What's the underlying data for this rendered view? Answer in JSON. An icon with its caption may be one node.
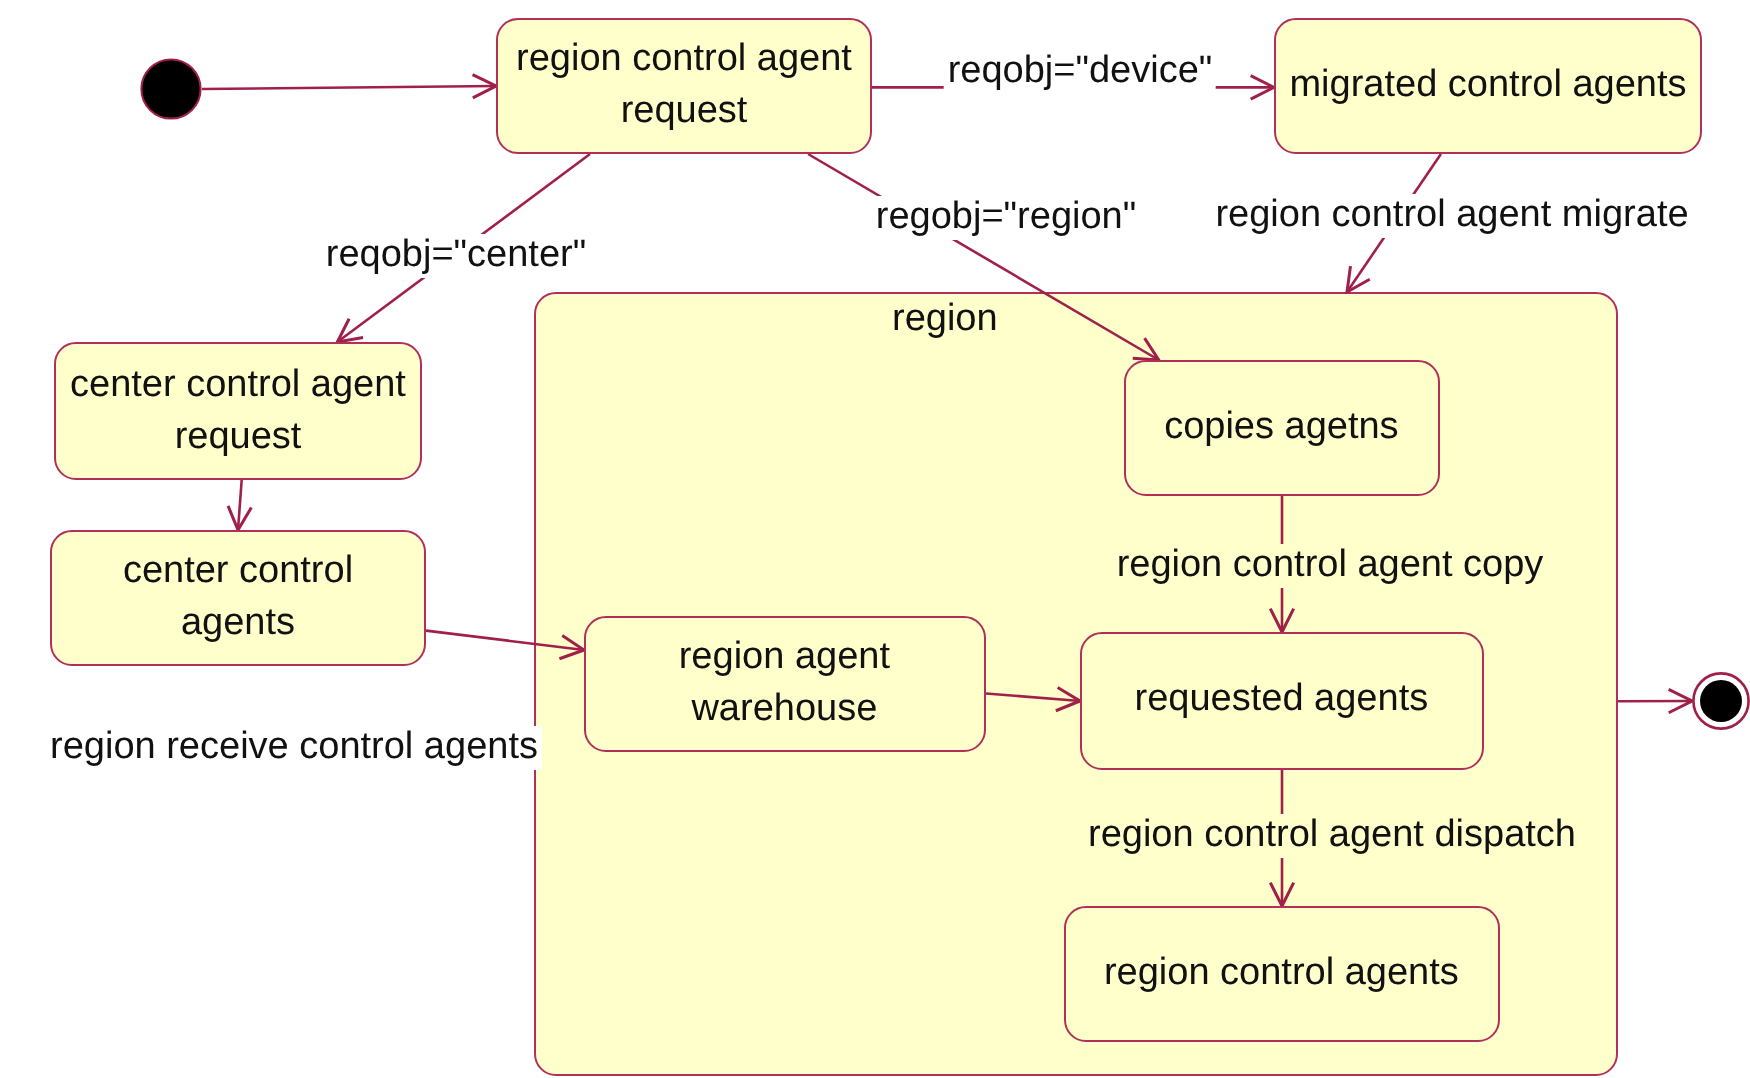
{
  "diagram": {
    "nodes": [
      {
        "text": [],
        "shape": "circle"
      },
      {
        "text": [
          "region control agent request"
        ]
      },
      {
        "text": [
          "migrated control agents"
        ]
      },
      {
        "text": [
          "center control agent request"
        ]
      },
      {
        "text": [
          "center control agents"
        ]
      },
      {
        "text": [
          "region"
        ]
      },
      {
        "text": [
          "copies agetns"
        ],
        "in": 5
      },
      {
        "text": [
          "region agent warehouse"
        ],
        "in": 5
      },
      {
        "text": [
          "requested agents"
        ],
        "in": 5
      },
      {
        "text": [
          "region control agents"
        ],
        "in": 5
      },
      {
        "text": [],
        "shape": "circle"
      }
    ],
    "edges": [
      {
        "from": 0,
        "to": 1,
        "arrow": "to"
      },
      {
        "from": 1,
        "to": 2,
        "arrow": "to",
        "label": "reqobj=\"device\""
      },
      {
        "from": 1,
        "to": 3,
        "arrow": "to",
        "label": "reqobj=\"center\""
      },
      {
        "from": 1,
        "to": 6,
        "arrow": "to",
        "label": "regobj=\"region\""
      },
      {
        "from": 2,
        "to": 5,
        "arrow": "to",
        "label": "region control agent migrate"
      },
      {
        "from": 3,
        "to": 4,
        "arrow": "to"
      },
      {
        "from": 4,
        "to": 7,
        "arrow": "to",
        "label": "region receive control agents"
      },
      {
        "from": 7,
        "to": 8,
        "arrow": "to"
      },
      {
        "from": 6,
        "to": 8,
        "arrow": "to",
        "label": "region control agent copy"
      },
      {
        "from": 8,
        "to": 9,
        "arrow": "to",
        "label": "region control agent dispatch"
      },
      {
        "from": 5,
        "to": 10,
        "arrow": "to"
      }
    ]
  }
}
